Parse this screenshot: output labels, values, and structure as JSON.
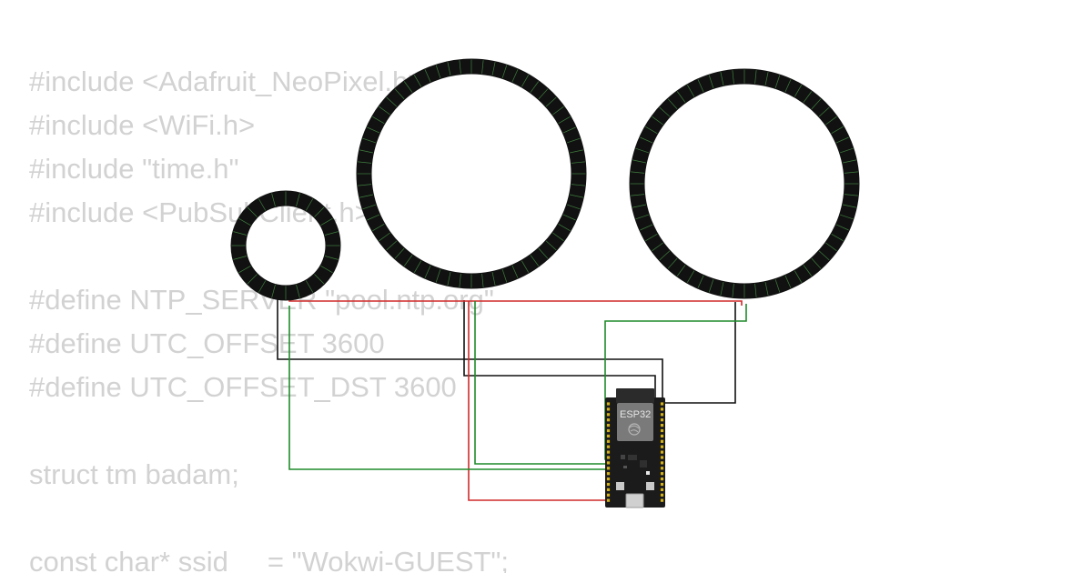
{
  "code_background": {
    "lines": [
      "#include <Adafruit_NeoPixel.h>",
      "#include <WiFi.h>",
      "#include \"time.h\"",
      "#include <PubSubClient.h>",
      "",
      "#define NTP_SERVER \"pool.ntp.org\"",
      "#define UTC_OFFSET 3600",
      "#define UTC_OFFSET_DST 3600",
      "",
      "struct tm badam;",
      "",
      "const char* ssid     = \"Wokwi-GUEST\";"
    ],
    "color": "#d2d2d2"
  },
  "circuit": {
    "rings": [
      {
        "name": "neopixel-ring-small",
        "pixels": 24
      },
      {
        "name": "neopixel-ring-medium",
        "pixels": 60
      },
      {
        "name": "neopixel-ring-large",
        "pixels": 60
      }
    ],
    "board": {
      "label": "ESP32",
      "icon": "espressif-logo-icon"
    },
    "colors": {
      "ring_body": "#111111",
      "ring_pixel": "#3f7f3f",
      "wire_black": "#111111",
      "wire_red": "#d12a2a",
      "wire_green": "#1f8a2a",
      "board_body": "#1b1b1b",
      "module_shield": "#7a7a7a",
      "pin": "#d4b21a"
    }
  }
}
